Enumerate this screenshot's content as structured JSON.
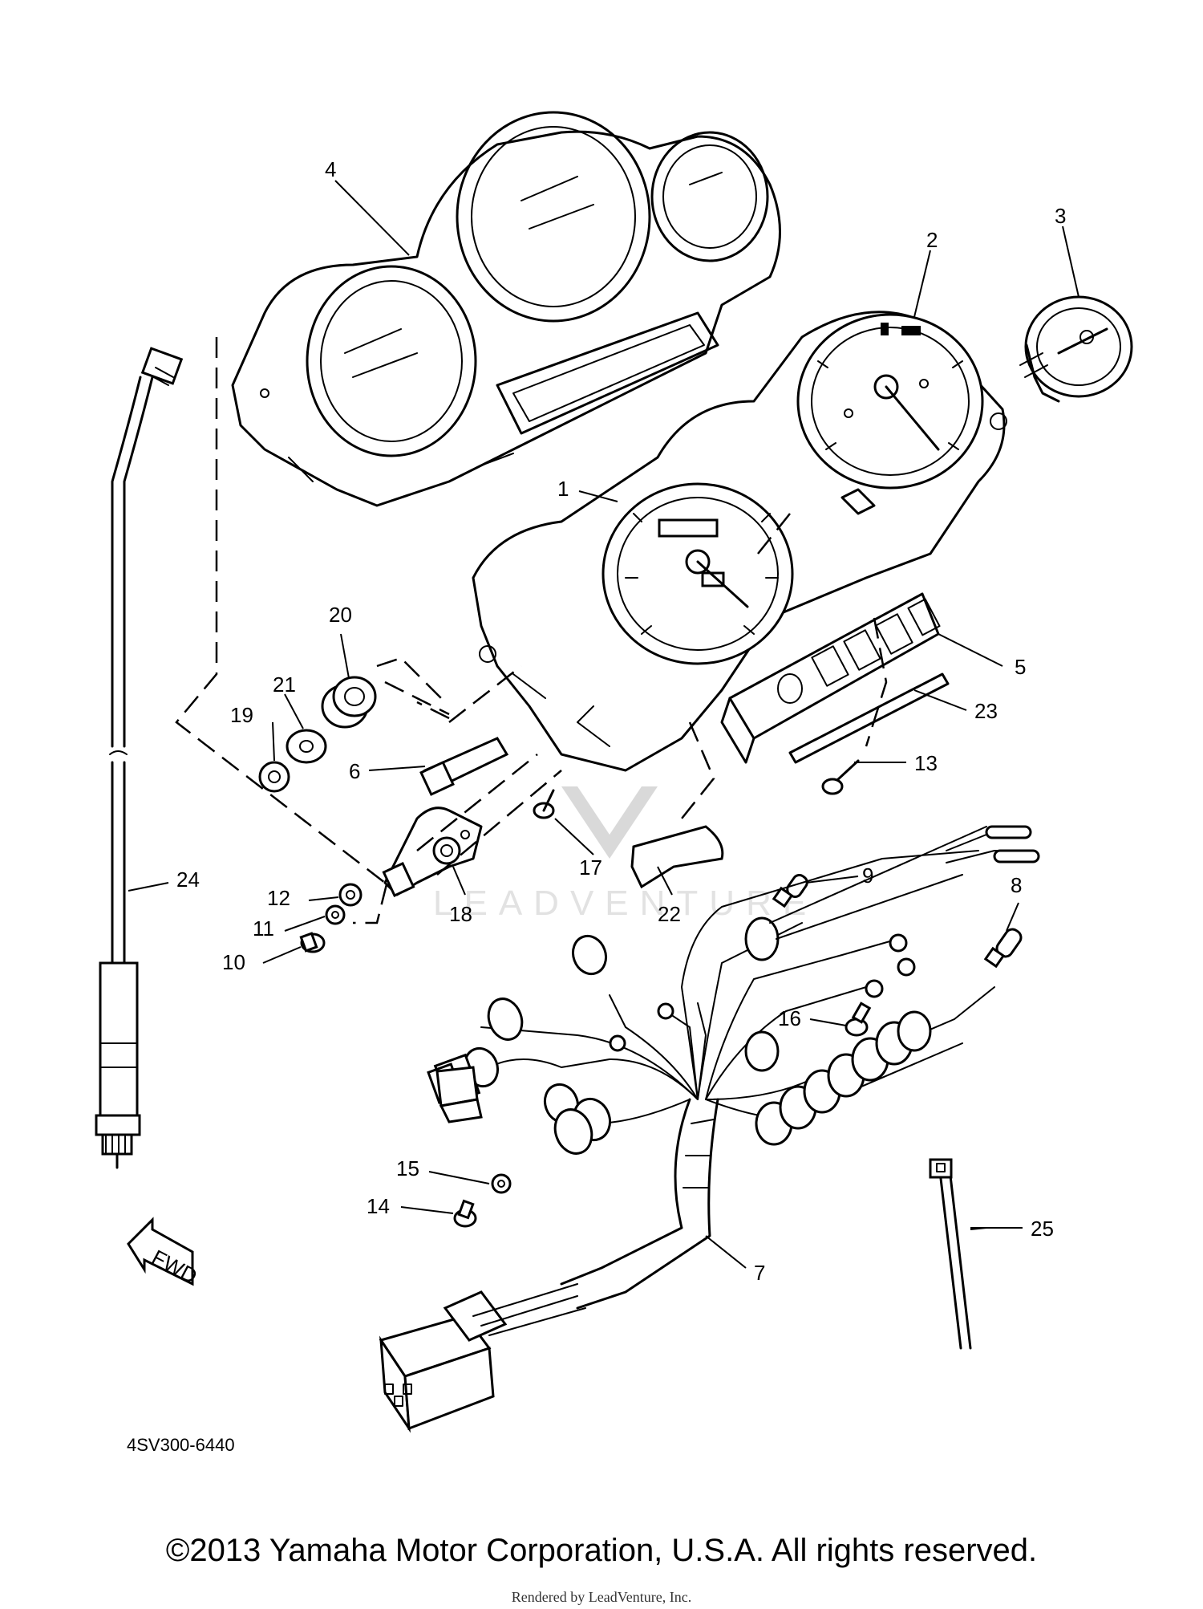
{
  "diagram": {
    "callouts": [
      {
        "id": "1",
        "label": "1"
      },
      {
        "id": "2",
        "label": "2"
      },
      {
        "id": "3",
        "label": "3"
      },
      {
        "id": "4",
        "label": "4"
      },
      {
        "id": "5",
        "label": "5"
      },
      {
        "id": "6",
        "label": "6"
      },
      {
        "id": "7",
        "label": "7"
      },
      {
        "id": "8",
        "label": "8"
      },
      {
        "id": "9",
        "label": "9"
      },
      {
        "id": "10",
        "label": "10"
      },
      {
        "id": "11",
        "label": "11"
      },
      {
        "id": "12",
        "label": "12"
      },
      {
        "id": "13",
        "label": "13"
      },
      {
        "id": "14",
        "label": "14"
      },
      {
        "id": "15",
        "label": "15"
      },
      {
        "id": "16",
        "label": "16"
      },
      {
        "id": "17",
        "label": "17"
      },
      {
        "id": "18",
        "label": "18"
      },
      {
        "id": "19",
        "label": "19"
      },
      {
        "id": "20",
        "label": "20"
      },
      {
        "id": "21",
        "label": "21"
      },
      {
        "id": "22",
        "label": "22"
      },
      {
        "id": "23",
        "label": "23"
      },
      {
        "id": "24",
        "label": "24"
      },
      {
        "id": "25",
        "label": "25"
      }
    ],
    "fwd_label": "FWD",
    "watermark_text": "LEADVENTURE"
  },
  "footer": {
    "diagram_code": "4SV300-6440",
    "copyright": "©2013 Yamaha Motor Corporation, U.S.A. All rights reserved.",
    "rendered_by": "Rendered by LeadVenture, Inc."
  }
}
